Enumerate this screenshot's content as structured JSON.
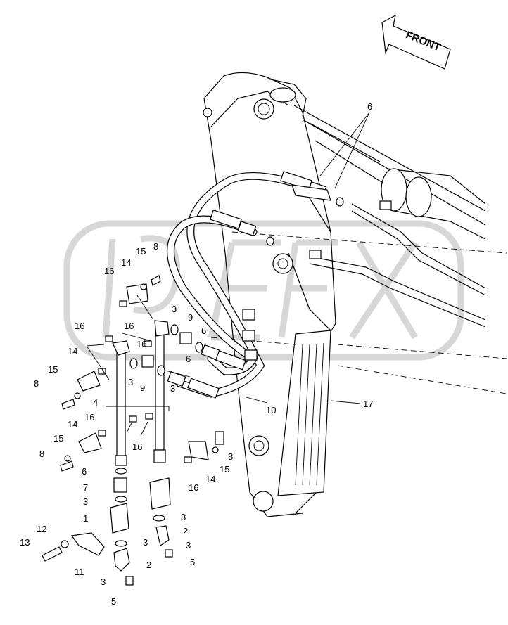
{
  "direction_label": "FRONT",
  "callouts": [
    "1",
    "2",
    "2",
    "3",
    "3",
    "3",
    "3",
    "3",
    "3",
    "3",
    "3",
    "4",
    "5",
    "5",
    "6",
    "6",
    "6",
    "6",
    "7",
    "8",
    "8",
    "8",
    "8",
    "9",
    "9",
    "10",
    "11",
    "12",
    "13",
    "14",
    "14",
    "14",
    "14",
    "15",
    "15",
    "15",
    "15",
    "16",
    "16",
    "16",
    "16",
    "16",
    "16",
    "16",
    "17"
  ]
}
